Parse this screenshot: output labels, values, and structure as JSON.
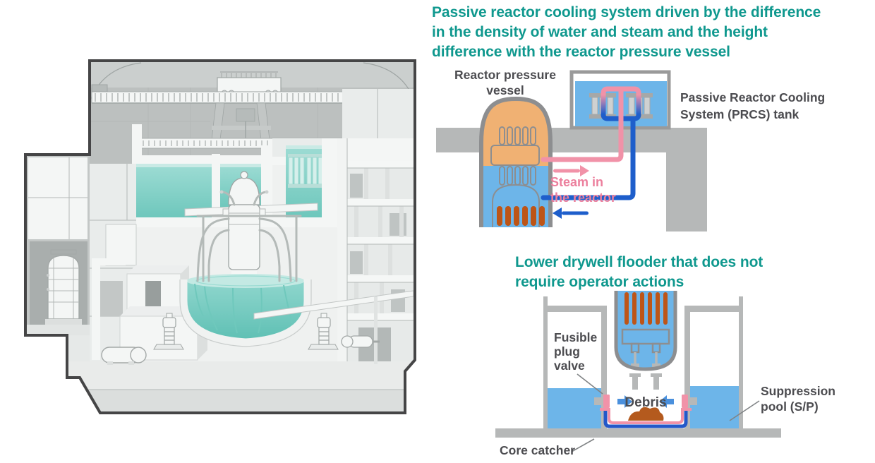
{
  "colors": {
    "heading_teal": "#0f988e",
    "label_gray": "#4c4c50",
    "steam_pink": "#ec7f9d",
    "pipe_pink": "#f192a8",
    "pipe_blue": "#1e5ecb",
    "water_blue": "#6db5e9",
    "vessel_orange": "#f0b173",
    "fuel_rod_orange": "#bd5517",
    "structure_gray": "#b6b8b8",
    "vessel_outline": "#8d8e90",
    "hx_frame_gray": "#a6a8a8",
    "hx_slat_gray": "#cfd1d1",
    "arrow_blue": "#4a90dd",
    "debris_brown": "#b45a1e",
    "valve_pink": "#f192a8",
    "core_catcher_blue": "#2458c9",
    "leader_gray": "#808385",
    "pool_teal": "#74c9bf",
    "pool_teal_light": "#c9eae5",
    "building_outline": "#454546",
    "building_wall_gray": "#bcc0bf"
  },
  "prcs": {
    "title_lines": [
      "Passive reactor cooling system driven by the difference",
      "in the density of water and steam and the height",
      "difference with the reactor pressure vessel"
    ],
    "vessel_label_lines": [
      "Reactor pressure",
      "vessel"
    ],
    "tank_label_lines": [
      "Passive Reactor Cooling",
      "System (PRCS) tank"
    ],
    "steam_label_lines": [
      "Steam in",
      "the reactor"
    ]
  },
  "flooder": {
    "title_lines": [
      "Lower drywell flooder that does not",
      "require operator actions"
    ],
    "fusible_label_lines": [
      "Fusible",
      "plug",
      "valve"
    ],
    "debris_label": "Debris",
    "suppression_label_lines": [
      "Suppression",
      "pool (S/P)"
    ],
    "core_catcher_label": "Core catcher"
  }
}
